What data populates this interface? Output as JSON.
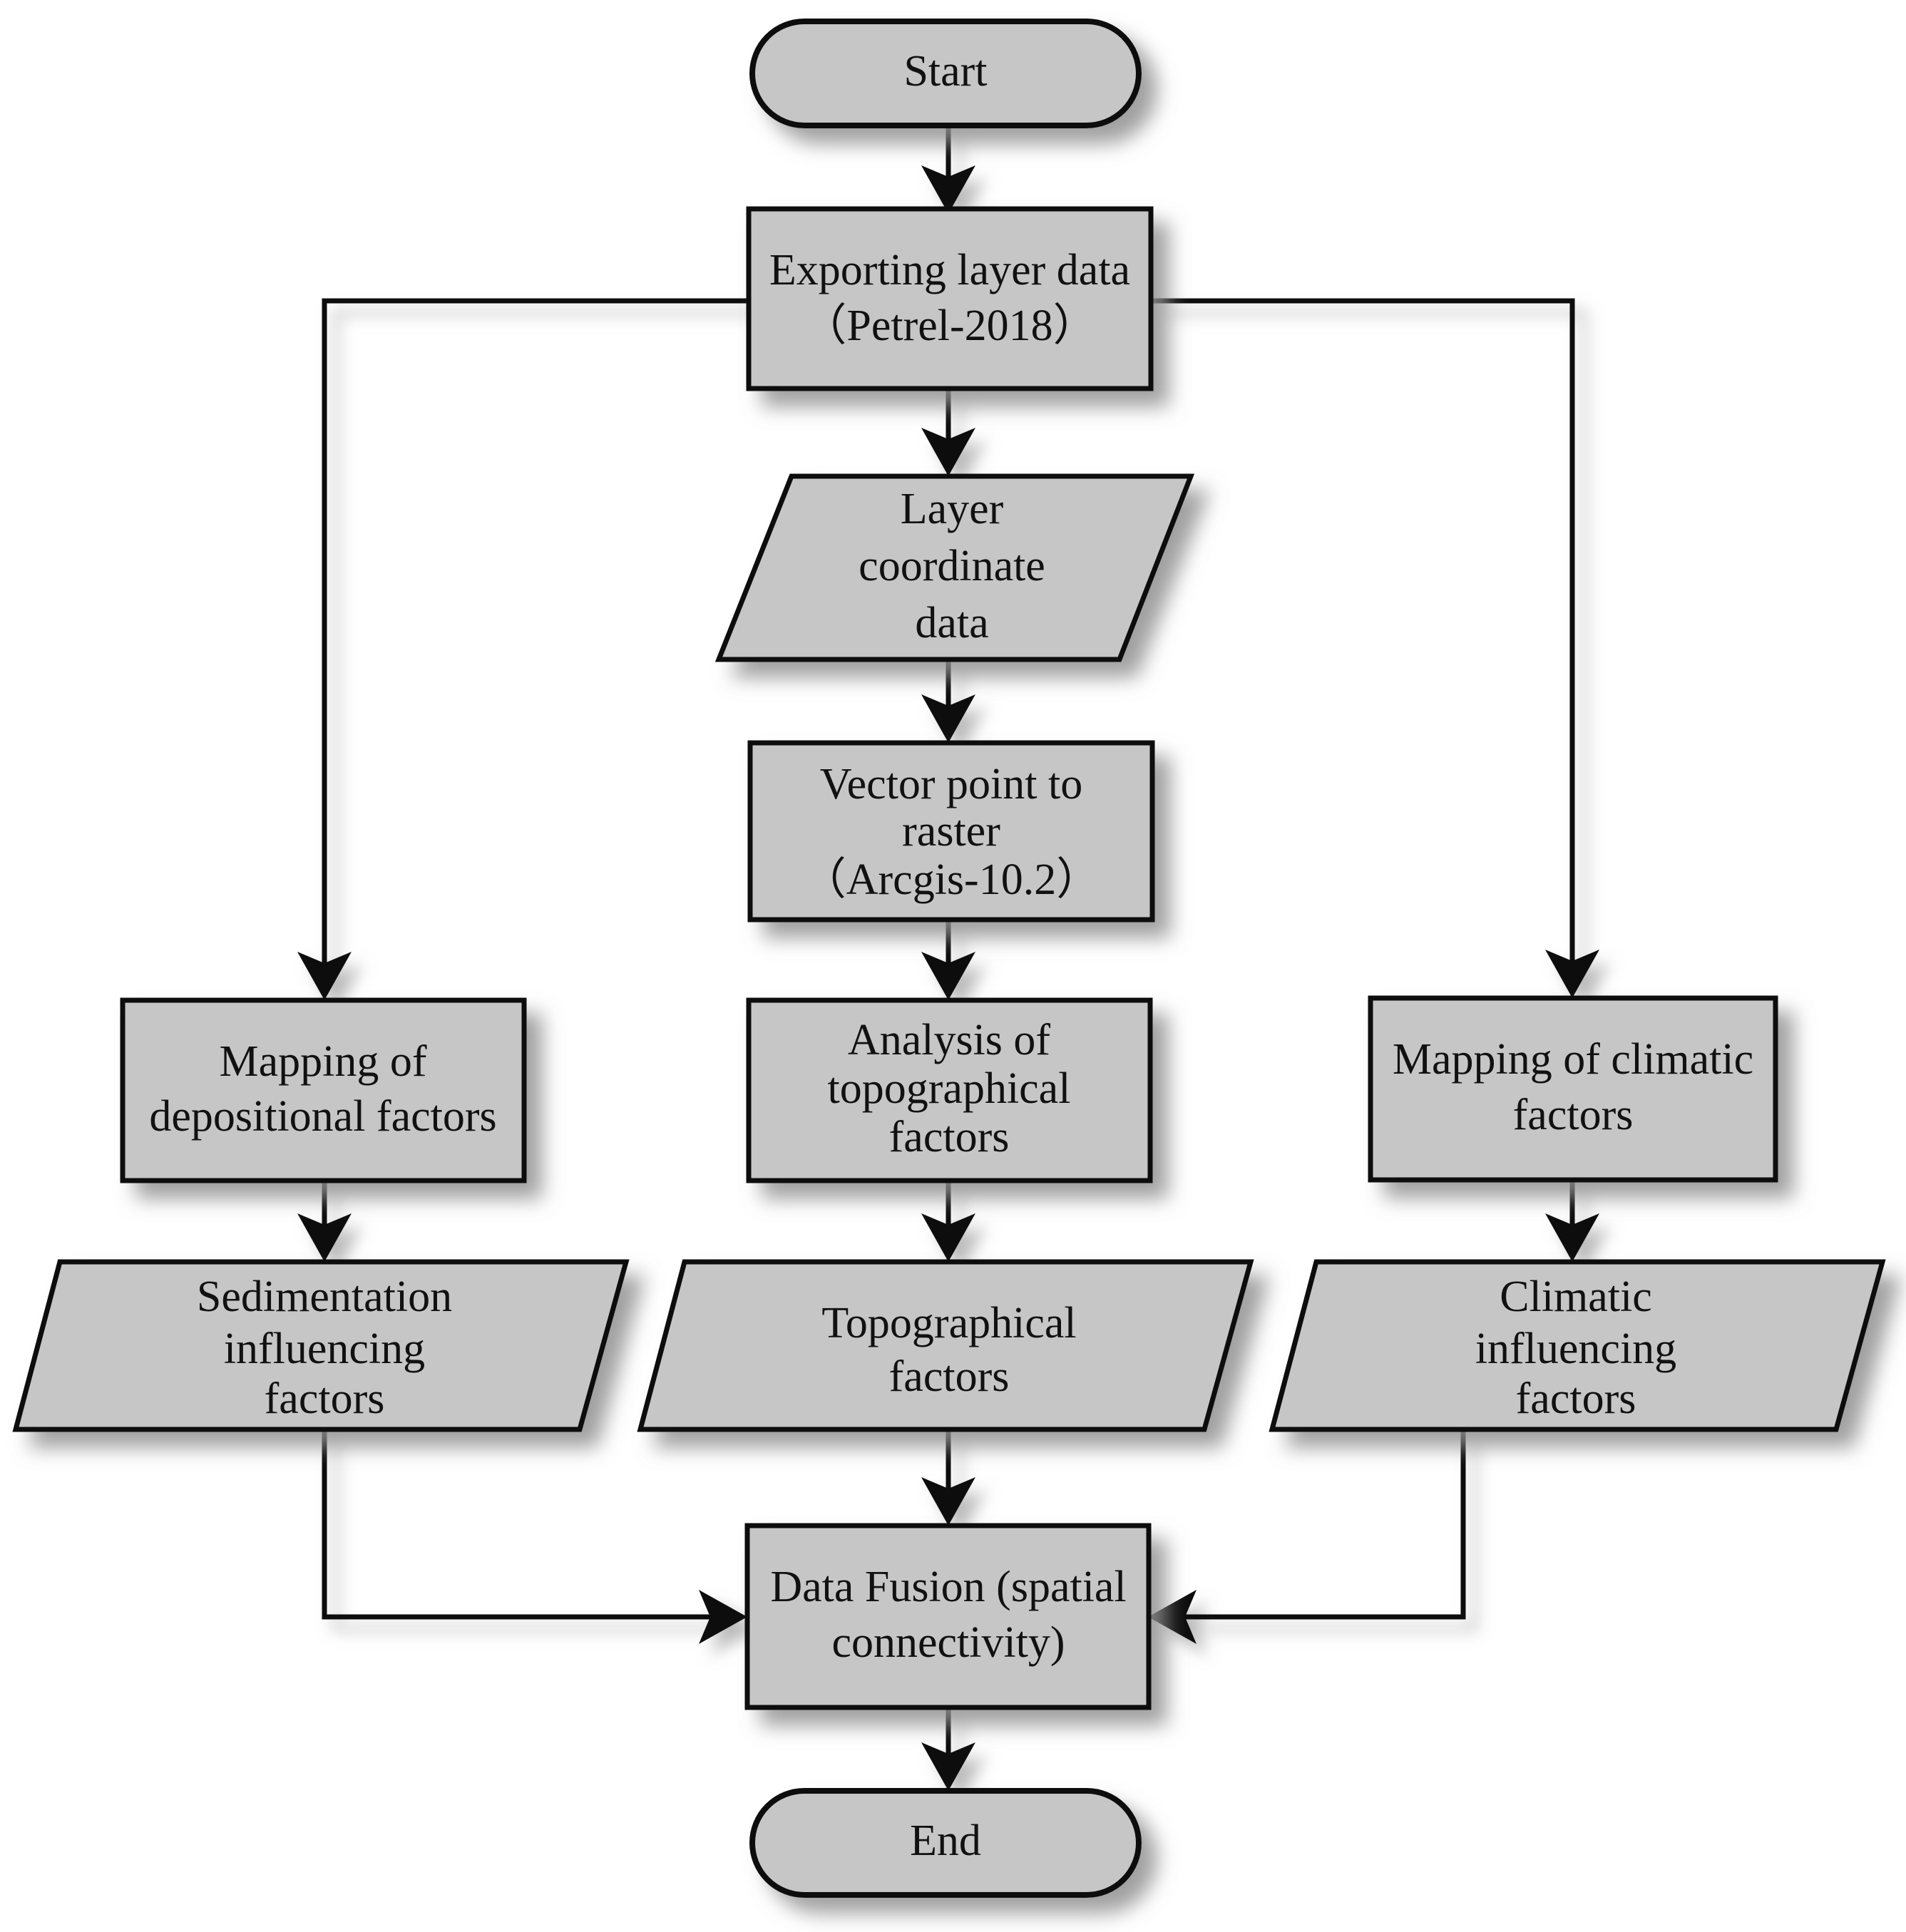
{
  "diagram": {
    "title": "Workflow flowchart for layer data processing and data fusion",
    "background_color": "#ffffff",
    "node_fill_color": "#c6c6c6",
    "node_stroke_color": "#0d0d0d",
    "connector_color": "#0d0d0d",
    "shadow_color": "#a8a8a8"
  },
  "nodes": {
    "start": {
      "label": "Start",
      "shape": "terminator"
    },
    "exporting": {
      "shape": "process",
      "line1": "Exporting layer data",
      "line2": "（Petrel-2018）"
    },
    "layer_coordinate": {
      "shape": "data",
      "line1": "Layer",
      "line2": "coordinate",
      "line3": "data"
    },
    "vector_to_raster": {
      "shape": "process",
      "line1": "Vector point to",
      "line2": "raster",
      "line3": "（Arcgis-10.2）"
    },
    "mapping_depositional": {
      "shape": "process",
      "line1": "Mapping of",
      "line2": "depositional factors"
    },
    "analysis_topographical": {
      "shape": "process",
      "line1": "Analysis of",
      "line2": "topographical",
      "line3": "factors"
    },
    "mapping_climatic": {
      "shape": "process",
      "line1": "Mapping of climatic",
      "line2": "factors"
    },
    "sedimentation_factors": {
      "shape": "data",
      "line1": "Sedimentation",
      "line2": "influencing",
      "line3": "factors"
    },
    "topographical_factors": {
      "shape": "data",
      "line1": "Topographical",
      "line2": "factors"
    },
    "climatic_factors": {
      "shape": "data",
      "line1": "Climatic",
      "line2": "influencing",
      "line3": "factors"
    },
    "data_fusion": {
      "shape": "process",
      "line1": "Data Fusion (spatial",
      "line2": "connectivity)"
    },
    "end": {
      "label": "End",
      "shape": "terminator"
    }
  },
  "edges": [
    {
      "id": "start-to-exporting",
      "from": "start",
      "to": "exporting",
      "kind": "straight-down"
    },
    {
      "id": "exporting-to-layer-coordinate",
      "from": "exporting",
      "to": "layer_coordinate",
      "kind": "straight-down"
    },
    {
      "id": "exporting-to-mapping-depositional",
      "from": "exporting",
      "to": "mapping_depositional",
      "kind": "left-elbow"
    },
    {
      "id": "exporting-to-mapping-climatic",
      "from": "exporting",
      "to": "mapping_climatic",
      "kind": "right-elbow"
    },
    {
      "id": "layer-coordinate-to-vector-raster",
      "from": "layer_coordinate",
      "to": "vector_to_raster",
      "kind": "straight-down"
    },
    {
      "id": "vector-raster-to-analysis",
      "from": "vector_to_raster",
      "to": "analysis_topographical",
      "kind": "straight-down"
    },
    {
      "id": "mapping-depositional-to-sedimentation",
      "from": "mapping_depositional",
      "to": "sedimentation_factors",
      "kind": "straight-down"
    },
    {
      "id": "analysis-to-topographical-factors",
      "from": "analysis_topographical",
      "to": "topographical_factors",
      "kind": "straight-down"
    },
    {
      "id": "mapping-climatic-to-climatic-factors",
      "from": "mapping_climatic",
      "to": "climatic_factors",
      "kind": "straight-down"
    },
    {
      "id": "topographical-factors-to-data-fusion",
      "from": "topographical_factors",
      "to": "data_fusion",
      "kind": "straight-down"
    },
    {
      "id": "sedimentation-to-data-fusion",
      "from": "sedimentation_factors",
      "to": "data_fusion",
      "kind": "left-elbow"
    },
    {
      "id": "climatic-to-data-fusion",
      "from": "climatic_factors",
      "to": "data_fusion",
      "kind": "right-elbow"
    },
    {
      "id": "data-fusion-to-end",
      "from": "data_fusion",
      "to": "end",
      "kind": "straight-down"
    }
  ]
}
